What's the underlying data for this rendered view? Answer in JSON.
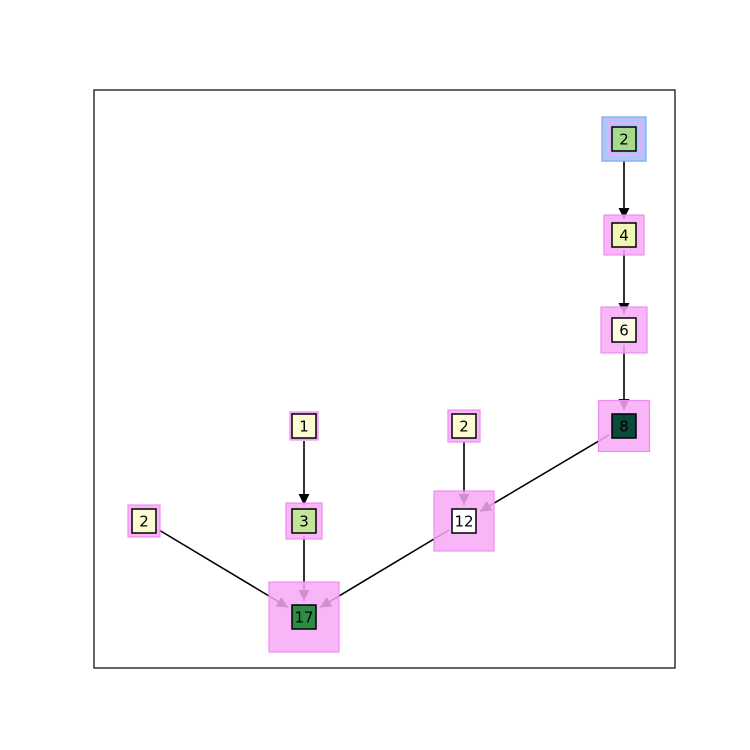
{
  "nodes": [
    {
      "id": "n_top2",
      "label": "2",
      "fill": "#a6d98c",
      "text_color": "#000000",
      "halo": "#f7a8f7",
      "highlight": "#aec6f7",
      "highlighted": true
    },
    {
      "id": "n_4",
      "label": "4",
      "fill": "#eef7b4",
      "text_color": "#000000",
      "halo": "#f7a8f7",
      "highlighted": false
    },
    {
      "id": "n_6",
      "label": "6",
      "fill": "#fdfde6",
      "text_color": "#000000",
      "halo": "#f7a8f7",
      "highlighted": false
    },
    {
      "id": "n_8",
      "label": "8",
      "fill": "#0b4a3a",
      "text_color": "#000000",
      "halo": "#f7a8f7",
      "highlighted": false
    },
    {
      "id": "n_1",
      "label": "1",
      "fill": "#fdfbd2",
      "text_color": "#000000",
      "halo": "#f7a8f7",
      "highlighted": false
    },
    {
      "id": "n_mid2",
      "label": "2",
      "fill": "#fdfbd2",
      "text_color": "#000000",
      "halo": "#f7a8f7",
      "highlighted": false
    },
    {
      "id": "n_left2",
      "label": "2",
      "fill": "#fdfbd2",
      "text_color": "#000000",
      "halo": "#f7a8f7",
      "highlighted": false
    },
    {
      "id": "n_3",
      "label": "3",
      "fill": "#c2e59a",
      "text_color": "#000000",
      "halo": "#f7a8f7",
      "highlighted": false
    },
    {
      "id": "n_12",
      "label": "12",
      "fill": "#ffffff",
      "text_color": "#000000",
      "halo": "#f7a8f7",
      "highlighted": false
    },
    {
      "id": "n_17",
      "label": "17",
      "fill": "#2e8b45",
      "text_color": "#000000",
      "halo": "#f7a8f7",
      "highlighted": false
    }
  ],
  "edges": [
    {
      "from": "n_top2",
      "to": "n_4"
    },
    {
      "from": "n_4",
      "to": "n_6"
    },
    {
      "from": "n_6",
      "to": "n_8"
    },
    {
      "from": "n_8",
      "to": "n_12"
    },
    {
      "from": "n_mid2",
      "to": "n_12"
    },
    {
      "from": "n_1",
      "to": "n_3"
    },
    {
      "from": "n_3",
      "to": "n_17"
    },
    {
      "from": "n_left2",
      "to": "n_17"
    },
    {
      "from": "n_12",
      "to": "n_17"
    }
  ],
  "colors": {
    "frame": "#000000",
    "edge": "#000000",
    "node_border": "#000000"
  }
}
